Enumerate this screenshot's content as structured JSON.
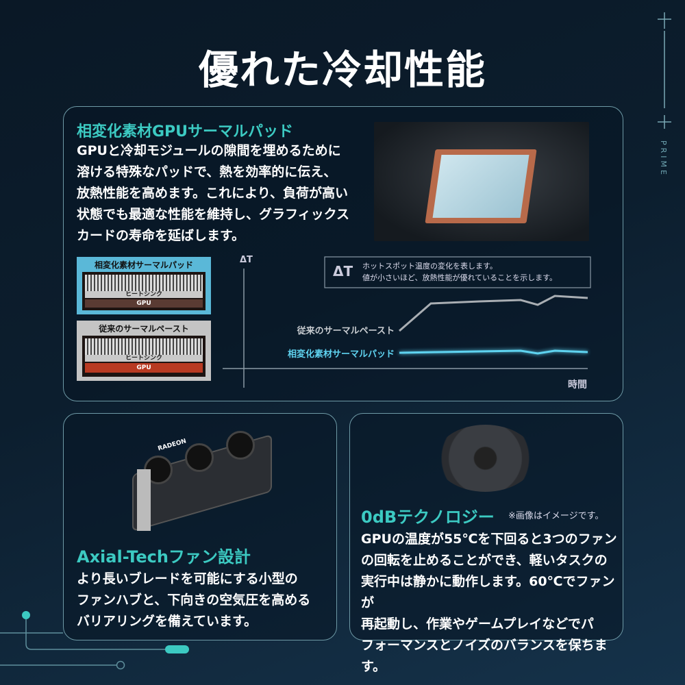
{
  "title": "優れた冷却性能",
  "brand": "PRIME",
  "pad_section": {
    "heading": "相変化素材GPUサーマルパッド",
    "body": "GPUと冷却モジュールの隙間を埋めるために\n溶ける特殊なパッドで、熱を効率的に伝え、\n放熱性能を高めます。これにより、負荷が高い\n状態でも最適な性能を維持し、グラフィックス\nカードの寿命を延ばします。",
    "diagram": {
      "pad_box": {
        "title": "相変化素材サーマルパッド",
        "heatsink": "ヒートシンク",
        "gpu": "GPU"
      },
      "paste_box": {
        "title": "従来のサーマルペースト",
        "heatsink": "ヒートシンク",
        "gpu": "GPU"
      },
      "y_axis": "ΔT",
      "x_axis": "時間",
      "legend_symbol": "ΔT",
      "legend_text": [
        "ホットスポット温度の変化を表します。",
        "値が小さいほど、放熱性能が優れていることを示します。"
      ],
      "series": [
        {
          "name": "従来のサーマルペースト",
          "color": "#a9aeb3"
        },
        {
          "name": "相変化素材サーマルパッド",
          "color": "#5fd3f0"
        }
      ]
    }
  },
  "fan_section": {
    "heading": "Axial-Techファン設計",
    "body": "より長いブレードを可能にする小型の\nファンハブと、下向きの空気圧を高める\nバリアリングを備えています。",
    "card_label": "RADEON"
  },
  "zero_db_section": {
    "heading": "0dBテクノロジー",
    "note": "※画像はイメージです。",
    "body": "GPUの温度が55℃を下回ると3つのファン\nの回転を止めることができ、軽いタスクの\n実行中は静かに動作します。60℃でファンが\n再起動し、作業やゲームプレイなどでパ\nフォーマンスとノイズのバランスを保ちます。"
  },
  "colors": {
    "accent": "#3ccac2",
    "background": "#0c1e2e",
    "border": "#6e9aa6"
  }
}
